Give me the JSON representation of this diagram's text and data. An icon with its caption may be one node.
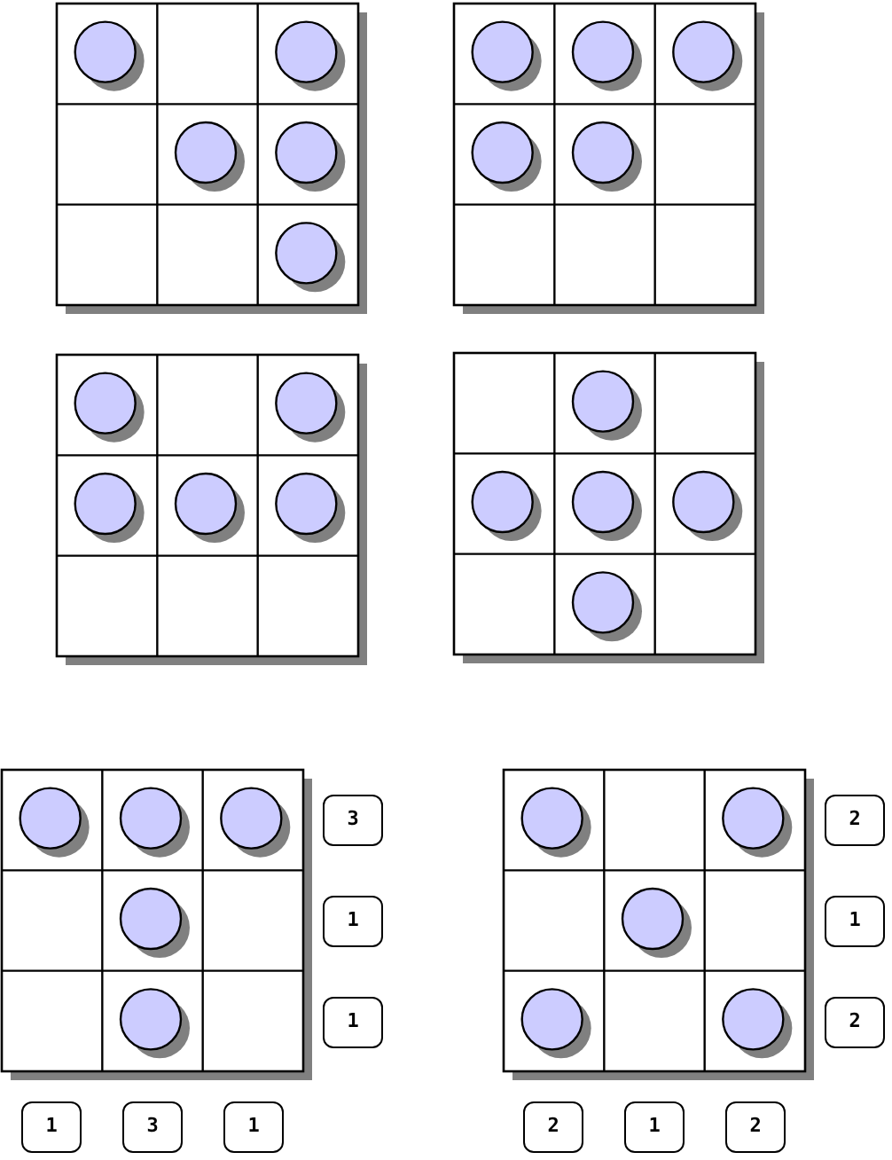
{
  "diagram": {
    "nodes": [
      {
        "text": [
          "3"
        ]
      },
      {
        "text": [
          "2"
        ]
      },
      {
        "text": [
          "1"
        ]
      },
      {
        "text": [
          "1"
        ]
      },
      {
        "text": [
          "1"
        ]
      },
      {
        "text": [
          "2"
        ]
      },
      {
        "text": [
          "1"
        ]
      },
      {
        "text": [
          "3"
        ]
      },
      {
        "text": [
          "1"
        ]
      },
      {
        "text": [
          "2"
        ]
      },
      {
        "text": [
          "1"
        ]
      },
      {
        "text": [
          "2"
        ]
      }
    ]
  }
}
